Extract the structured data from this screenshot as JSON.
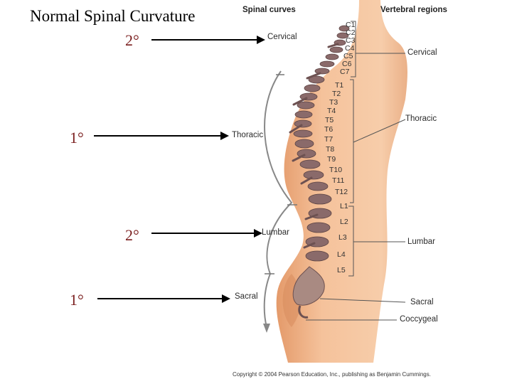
{
  "title": "Normal Spinal Curvature",
  "curvature_labels": [
    "2°",
    "1°",
    "2°",
    "1°"
  ],
  "figure": {
    "headers": {
      "spinal_curves": "Spinal curves",
      "vertebral_regions": "Vertebral regions"
    },
    "spinal_curves": [
      "Cervical",
      "Thoracic",
      "Lumbar",
      "Sacral"
    ],
    "vertebral_regions": [
      "Cervical",
      "Thoracic",
      "Lumbar",
      "Sacral",
      "Coccygeal"
    ],
    "vertebrae": [
      "C1",
      "C2",
      "C3",
      "C4",
      "C5",
      "C6",
      "C7",
      "T1",
      "T2",
      "T3",
      "T4",
      "T5",
      "T6",
      "T7",
      "T8",
      "T9",
      "T10",
      "T11",
      "T12",
      "L1",
      "L2",
      "L3",
      "L4",
      "L5"
    ],
    "copyright": "Copyright © 2004 Pearson Education, Inc., publishing as Benjamin Cummings.",
    "colors": {
      "skin": "#f2b98d",
      "skin_shadow": "#d88a5c",
      "bone": "#8a6a6a",
      "disc": "#c9d9e8",
      "text_accent": "#7a1e1e"
    }
  }
}
